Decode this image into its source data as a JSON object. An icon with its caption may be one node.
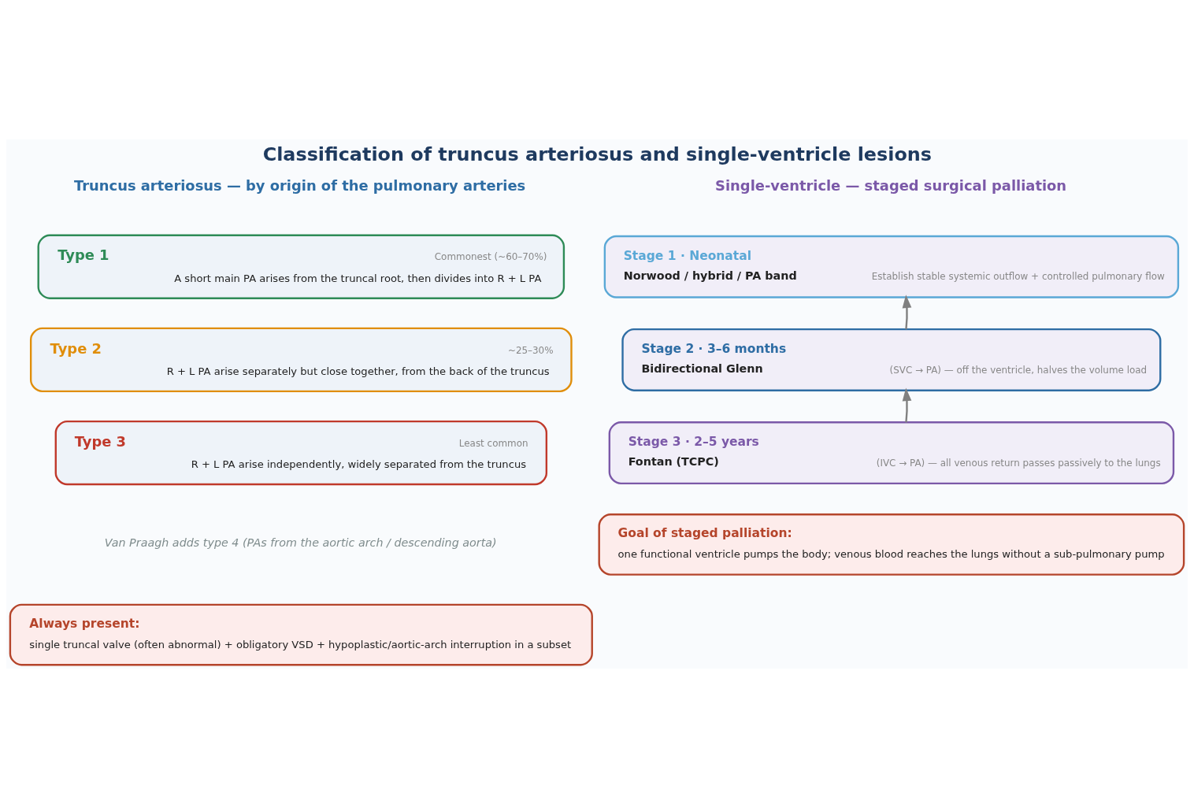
{
  "diagram": {
    "title": "Classification of truncus arteriosus and single-ventricle lesions",
    "nodes": [
      {
        "text": [
          "Type 1",
          "Commonest (~60–70%)",
          "A short main PA arises from the truncal root, then divides into R + L PA"
        ]
      },
      {
        "text": [
          "Type 2",
          "~25–30%",
          "R + L PA arise separately but close together, from the back of the truncus"
        ]
      },
      {
        "text": [
          "Type 3",
          "Least common",
          "R + L PA arise independently, widely separated from the truncus"
        ]
      },
      {
        "text": [
          "Always present:",
          "single truncal valve (often abnormal) + obligatory VSD + hypoplastic/aortic-arch interruption in a subset"
        ]
      },
      {
        "text": [
          "Stage 1 · Neonatal",
          "Norwood / hybrid / PA band",
          "Establish stable systemic outflow + controlled pulmonary flow"
        ]
      },
      {
        "text": [
          "Stage 2 · 3–6 months",
          "Bidirectional Glenn",
          "(SVC → PA) — off the ventricle, halves the volume load"
        ]
      },
      {
        "text": [
          "Stage 3 · 2–5 years",
          "Fontan (TCPC)",
          "(IVC → PA) — all venous return passes passively to the lungs"
        ]
      },
      {
        "text": [
          "Goal of staged palliation:",
          "one functional ventricle pumps the body; venous blood reaches the lungs without a sub-pulmonary pump"
        ]
      }
    ],
    "edges": [
      {
        "from": 5,
        "to": 4,
        "arrow": "to"
      },
      {
        "from": 6,
        "to": 5,
        "arrow": "to"
      }
    ],
    "labels": [
      "Truncus arteriosus — by origin of the pulmonary arteries",
      "Single-ventricle — staged surgical palliation",
      "Van Praagh adds type 4 (PAs from the aortic arch / descending aorta)"
    ]
  }
}
